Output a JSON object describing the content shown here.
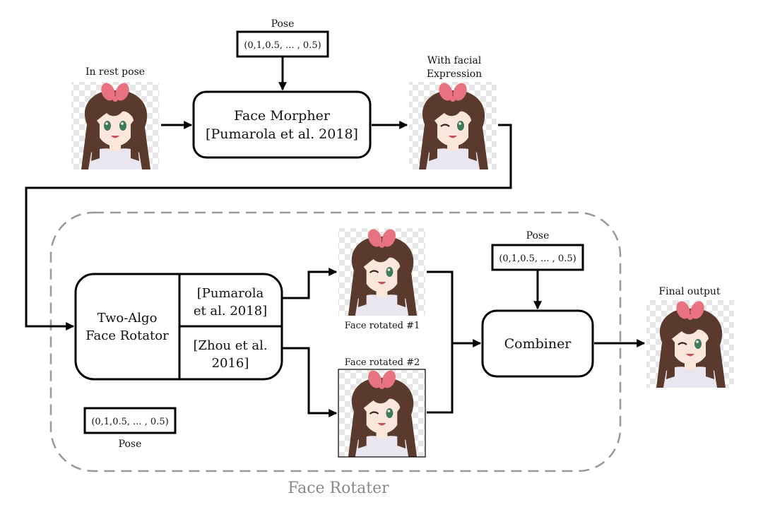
{
  "morph_stage": {
    "pose_label": "Pose",
    "pose_vector": "(0,1,0.5, ... , 0.5)",
    "input_label": "In rest pose",
    "morpher_line1": "Face Morpher",
    "morpher_line2": "[Pumarola et al. 2018]",
    "output_label_line1": "With facial",
    "output_label_line2": "Expression"
  },
  "rotate_stage": {
    "group_label": "Face Rotater",
    "rotator_line1": "Two-Algo",
    "rotator_line2": "Face Rotator",
    "algo1_line1": "[Pumarola",
    "algo1_line2": "et al. 2018]",
    "algo2_line1": "[Zhou et al.",
    "algo2_line2": "2016]",
    "rotator_pose_vector": "(0,1,0.5, ... , 0.5)",
    "rotator_pose_label": "Pose",
    "rotated1_label": "Face rotated #1",
    "rotated2_label": "Face rotated #2",
    "combiner_pose_label": "Pose",
    "combiner_pose_vector": "(0,1,0.5, ... , 0.5)",
    "combiner_label": "Combiner"
  },
  "output_stage": {
    "final_label": "Final output"
  },
  "colors": {
    "group_border": "#999999",
    "group_label": "#888888",
    "hair": "#5a3a2c",
    "skin": "#fbe6dc",
    "ribbon": "#e8727f",
    "eyes": "#3f7a5a",
    "shirt": "#e9e6ef"
  },
  "faces": [
    {
      "id": "rest",
      "expression": "neutral"
    },
    {
      "id": "expression",
      "expression": "wink"
    },
    {
      "id": "rotated1",
      "expression": "wink"
    },
    {
      "id": "rotated2",
      "expression": "wink"
    },
    {
      "id": "final",
      "expression": "wink"
    }
  ]
}
